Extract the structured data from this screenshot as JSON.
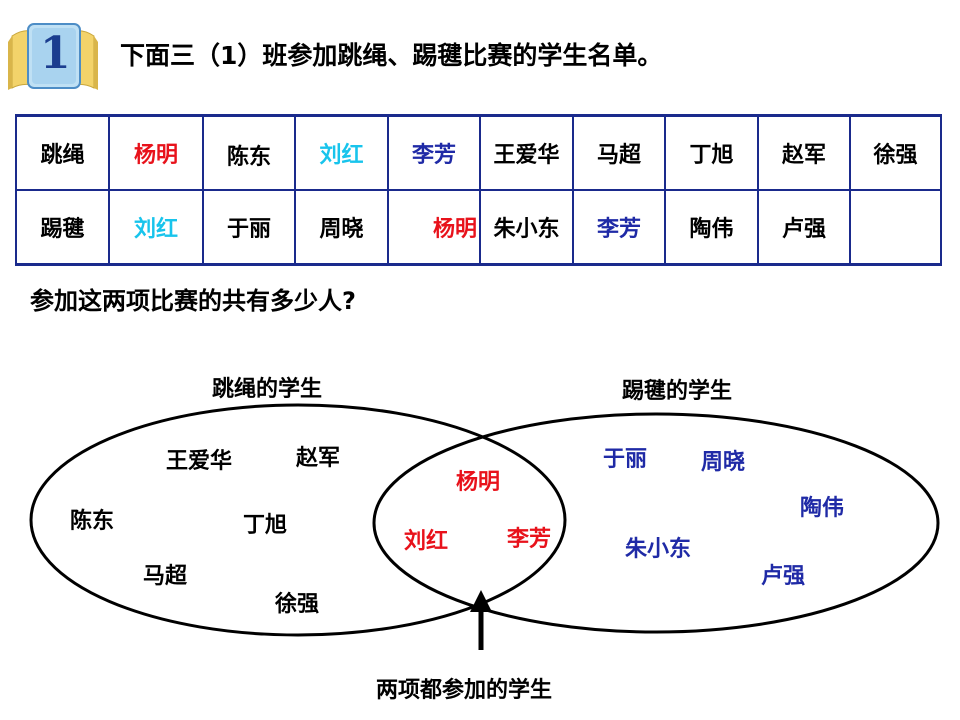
{
  "header": {
    "badge_number": "1",
    "title": "下面三（1）班参加跳绳、踢毽比赛的学生名单。"
  },
  "roster": {
    "rows": [
      {
        "label": "跳绳",
        "names": [
          {
            "text": "杨明",
            "color": "#e8121b"
          },
          {
            "text": "陈东",
            "color": "#000000"
          },
          {
            "text": "刘红",
            "color": "#18c4ec"
          },
          {
            "text": "李芳",
            "color": "#1f2aa6"
          },
          {
            "text": "王爱华",
            "color": "#000000"
          },
          {
            "text": "马超",
            "color": "#000000"
          },
          {
            "text": "丁旭",
            "color": "#000000"
          },
          {
            "text": "赵军",
            "color": "#000000"
          },
          {
            "text": "徐强",
            "color": "#000000"
          }
        ]
      },
      {
        "label": "踢毽",
        "names": [
          {
            "text": "刘红",
            "color": "#18c4ec"
          },
          {
            "text": "于丽",
            "color": "#000000"
          },
          {
            "text": "周晓",
            "color": "#000000"
          },
          {
            "text": "杨明",
            "color": "#e8121b"
          },
          {
            "text": "朱小东",
            "color": "#000000"
          },
          {
            "text": "李芳",
            "color": "#1f2aa6"
          },
          {
            "text": "陶伟",
            "color": "#000000"
          },
          {
            "text": "卢强",
            "color": "#000000"
          },
          {
            "text": "",
            "color": "#000000"
          }
        ]
      }
    ]
  },
  "question": "参加这两项比赛的共有多少人?",
  "venn": {
    "left_title": "跳绳的学生",
    "right_title": "踢毽的学生",
    "left_only": [
      "王爱华",
      "赵军",
      "陈东",
      "丁旭",
      "马超",
      "徐强"
    ],
    "both": [
      "杨明",
      "刘红",
      "李芳"
    ],
    "right_only": [
      "于丽",
      "周晓",
      "陶伟",
      "朱小东",
      "卢强"
    ],
    "caption": "两项都参加的学生",
    "colors": {
      "left_only": "#000000",
      "both": "#e8121b",
      "right_only": "#1f2aa6"
    }
  }
}
